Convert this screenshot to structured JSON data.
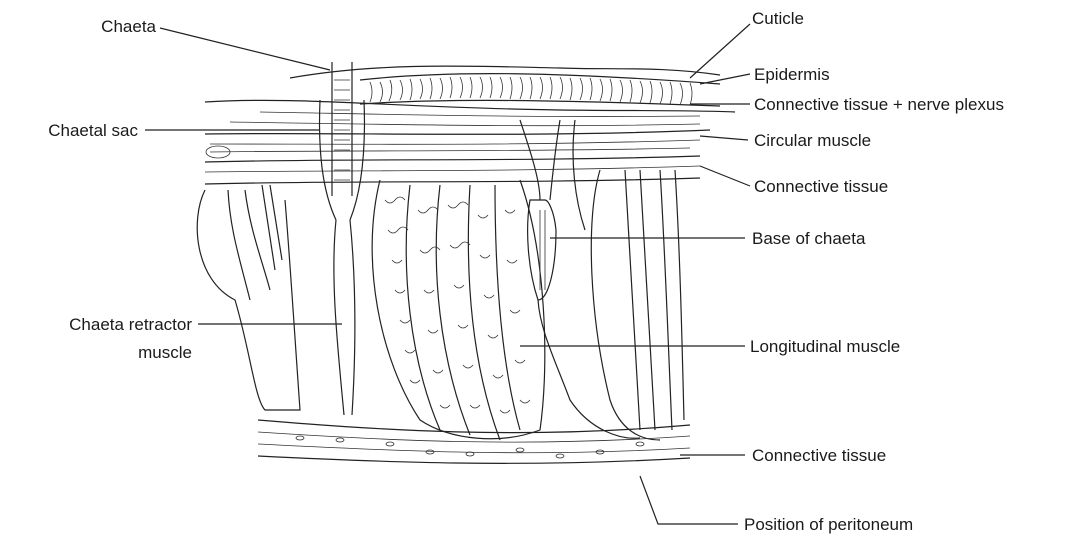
{
  "labels": {
    "chaeta": "Chaeta",
    "chaetal_sac": "Chaetal sac",
    "chaeta_retractor_line1": "Chaeta retractor",
    "chaeta_retractor_line2": "muscle",
    "cuticle": "Cuticle",
    "epidermis": "Epidermis",
    "connective_nerve": "Connective tissue + nerve plexus",
    "circular_muscle": "Circular muscle",
    "connective_tissue_upper": "Connective tissue",
    "base_of_chaeta": "Base of chaeta",
    "longitudinal_muscle": "Longitudinal muscle",
    "connective_tissue_lower": "Connective tissue",
    "peritoneum": "Position of peritoneum"
  },
  "colors": {
    "ink": "#222222",
    "background": "#ffffff"
  }
}
